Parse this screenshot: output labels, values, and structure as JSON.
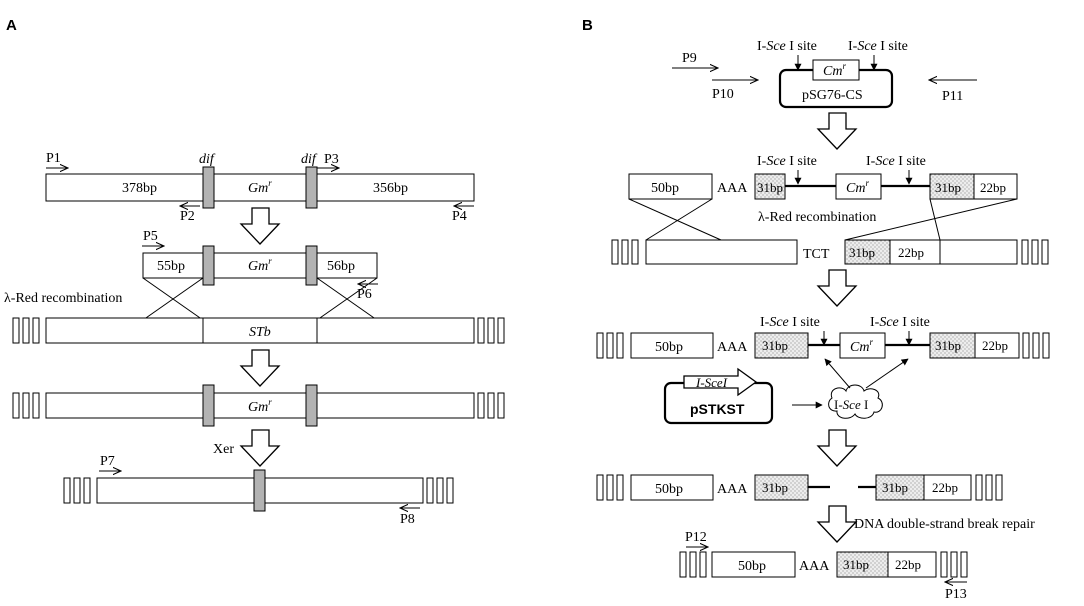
{
  "panels": {
    "a": {
      "label": "A",
      "primers": {
        "p1": "P1",
        "p2": "P2",
        "p3": "P3",
        "p4": "P4",
        "p5": "P5",
        "p6": "P6",
        "p7": "P7",
        "p8": "P8"
      },
      "dif": "dif",
      "gm": "Gm",
      "gm_sup": "r",
      "seg_378": "378bp",
      "seg_356": "356bp",
      "seg_55": "55bp",
      "seg_56": "56bp",
      "stb": "STb",
      "lambda_red": "λ-Red recombination",
      "xer": "Xer"
    },
    "b": {
      "label": "B",
      "primers": {
        "p9": "P9",
        "p10": "P10",
        "p11": "P11",
        "p12": "P12",
        "p13": "P13"
      },
      "isce_pre": "I-",
      "isce_it": "Sce",
      "isce_site_post": " I site",
      "isce_enzyme_post": " I",
      "cm": "Cm",
      "cm_sup": "r",
      "plasmid_psg76": "pSG76-CS",
      "plasmid_pstkst": "pSTKST",
      "isce_gene": "I-SceI",
      "seg_50": "50bp",
      "aaa": "AAA",
      "seg_31": "31bp",
      "seg_22": "22bp",
      "tct": "TCT",
      "lambda_red": "λ-Red recombination",
      "dsb_repair": "DNA double-strand break repair"
    }
  }
}
